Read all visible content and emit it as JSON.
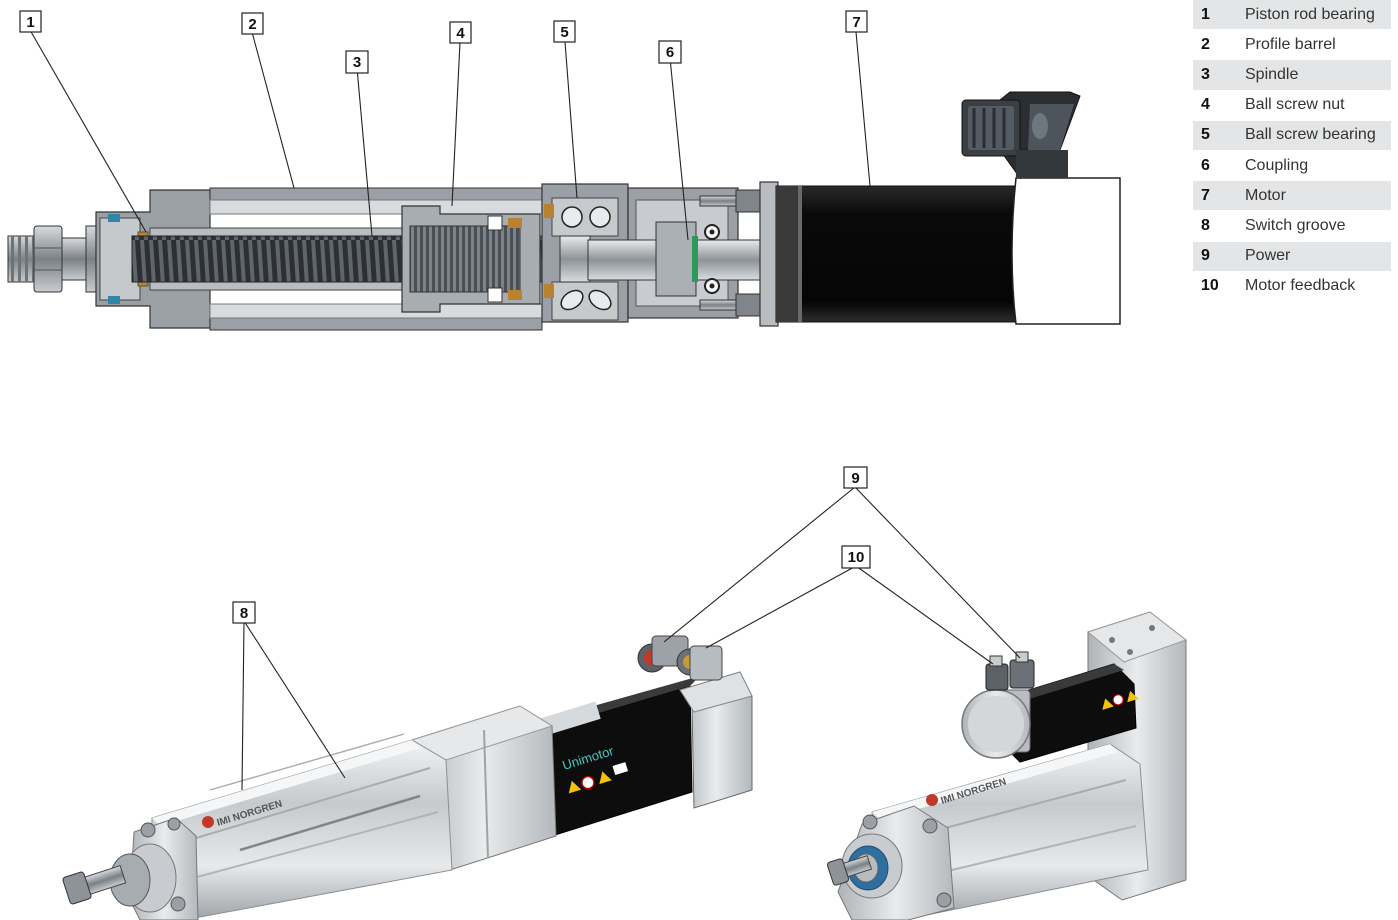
{
  "legend": [
    {
      "num": "1",
      "label": "Piston rod bearing"
    },
    {
      "num": "2",
      "label": "Profile barrel"
    },
    {
      "num": "3",
      "label": "Spindle"
    },
    {
      "num": "4",
      "label": "Ball screw nut"
    },
    {
      "num": "5",
      "label": "Ball screw bearing"
    },
    {
      "num": "6",
      "label": "Coupling"
    },
    {
      "num": "7",
      "label": "Motor"
    },
    {
      "num": "8",
      "label": "Switch groove"
    },
    {
      "num": "9",
      "label": "Power"
    },
    {
      "num": "10",
      "label": "Motor feedback"
    }
  ],
  "product_text": {
    "brand_left": "IMI NORGREN",
    "brand_right": "IMI NORGREN",
    "motor_brand": "Unimotor"
  },
  "colors": {
    "motor_black": "#0d0d0d",
    "housing_grey": "#9aa0a5",
    "bronze": "#b8822e",
    "table_stripe": "#e4e5e6"
  }
}
